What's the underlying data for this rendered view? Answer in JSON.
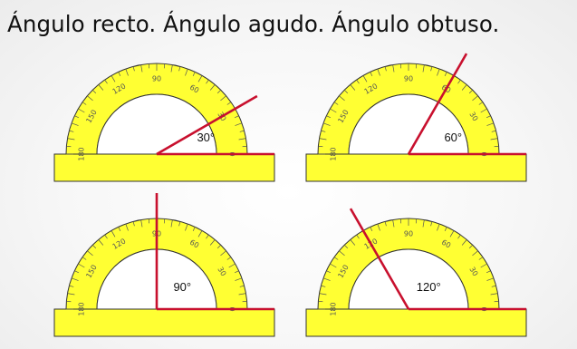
{
  "title": "Ángulo recto. Ángulo agudo. Ángulo obtuso.",
  "colors": {
    "protractor_fill": "#ffff33",
    "protractor_stroke": "#333333",
    "ray": "#c8102e",
    "tick": "#555555"
  },
  "scale_labels": [
    "0",
    "30",
    "60",
    "90",
    "120",
    "150",
    "180"
  ],
  "protractors": [
    {
      "id": "p30",
      "angle_deg": 30,
      "label": "30°"
    },
    {
      "id": "p60",
      "angle_deg": 60,
      "label": "60°"
    },
    {
      "id": "p90",
      "angle_deg": 90,
      "label": "90°"
    },
    {
      "id": "p120",
      "angle_deg": 120,
      "label": "120°"
    }
  ]
}
